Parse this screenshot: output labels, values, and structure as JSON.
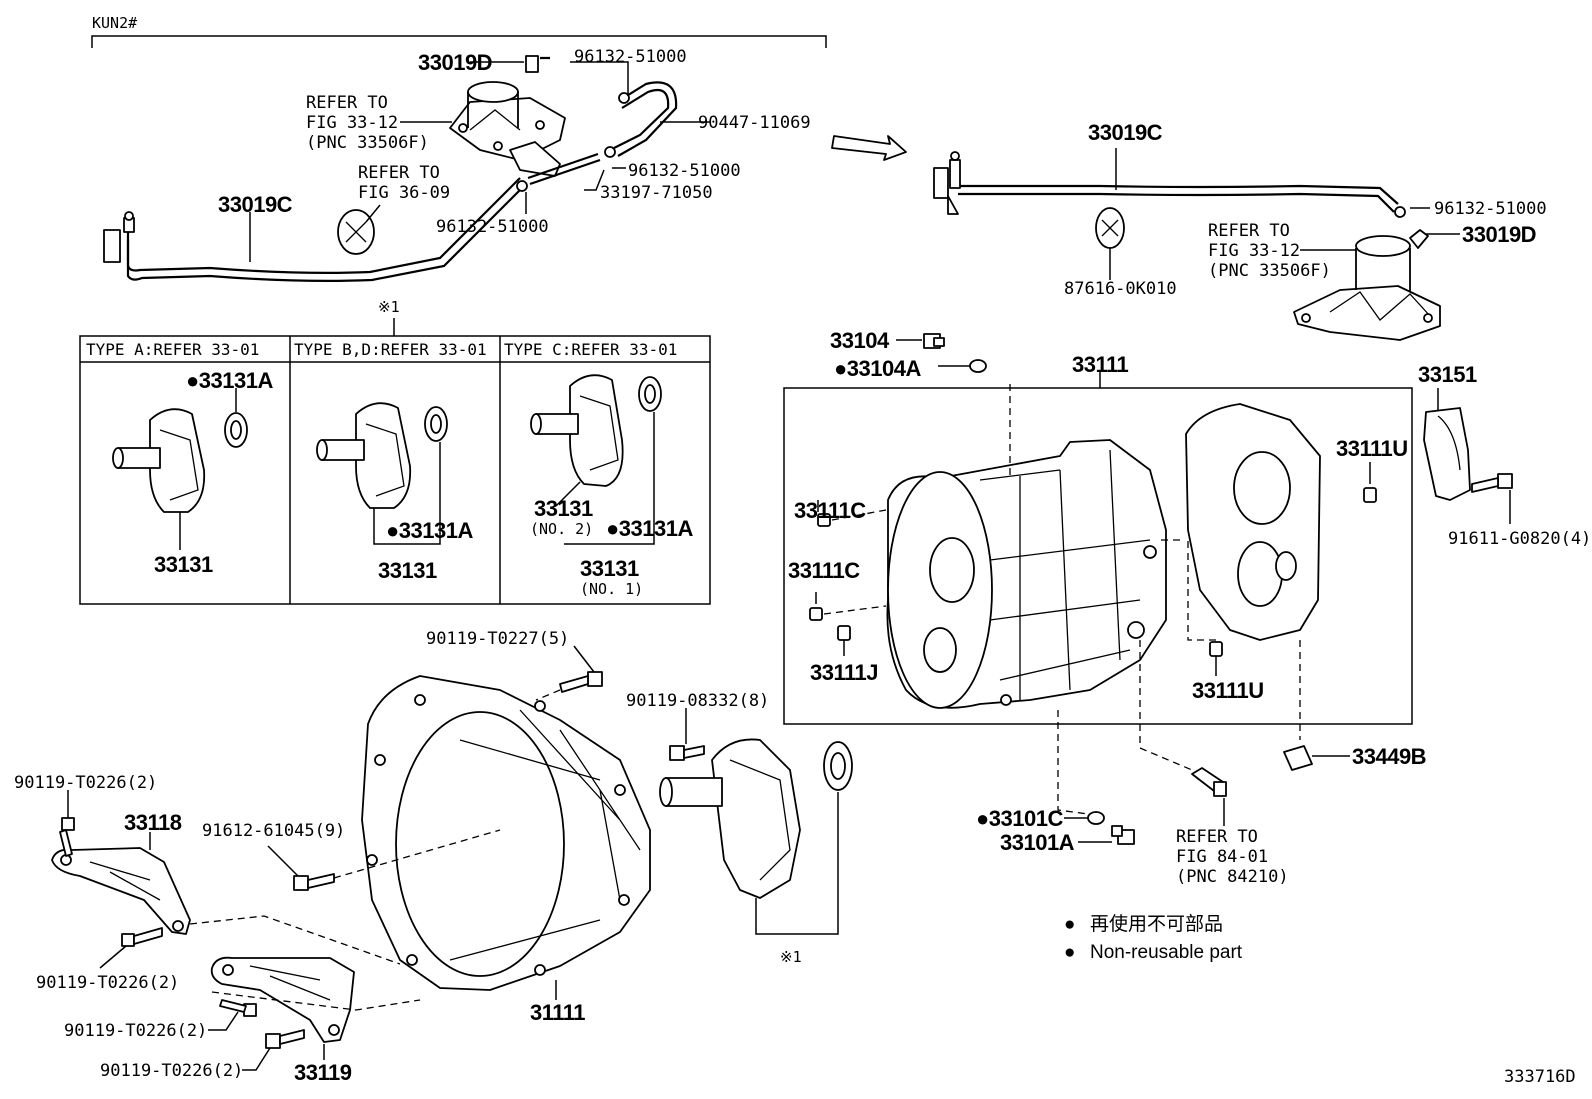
{
  "header": {
    "model": "KUN2#"
  },
  "illustration_id": "333716D",
  "legend": {
    "marker": "●",
    "japanese": "再使用不可部品",
    "english": "Non-reusable part"
  },
  "note_mark": {
    "top": "※1",
    "bottom": "※1"
  },
  "type_table": {
    "headers": [
      "TYPE  A:REFER 33-01",
      "TYPE B,D:REFER 33-01",
      "TYPE  C:REFER 33-01"
    ]
  },
  "labels": {
    "p33019D_top": "33019D",
    "p96132_a": "96132-51000",
    "refer_a_1": "REFER TO",
    "refer_a_2": "FIG 33-12",
    "refer_a_3": "(PNC 33506F)",
    "p90447": "90447-11069",
    "refer_b_1": "REFER TO",
    "refer_b_2": "FIG 36-09",
    "p96132_b": "96132-51000",
    "p33197": "33197-71050",
    "p33019C_left": "33019C",
    "p96132_c": "96132-51000",
    "p33019C_right": "33019C",
    "p96132_d": "96132-51000",
    "refer_c_1": "REFER TO",
    "refer_c_2": "FIG 33-12",
    "refer_c_3": "(PNC 33506F)",
    "p33019D_right": "33019D",
    "p87616": "87616-0K010",
    "p33104": "33104",
    "p33104A": "●33104A",
    "p33111_top": "33111",
    "p33151": "33151",
    "p33111U_top": "33111U",
    "p91611": "91611-G0820(4)",
    "p33111C_a": "33111C",
    "p33111C_b": "33111C",
    "p33111J": "33111J",
    "p33111U_bottom": "33111U",
    "p33449B": "33449B",
    "p33101C": "●33101C",
    "p33101A": "33101A",
    "refer_d_1": "REFER TO",
    "refer_d_2": "FIG 84-01",
    "refer_d_3": "(PNC 84210)",
    "tA_33131A": "●33131A",
    "tA_33131": "33131",
    "tB_33131A": "●33131A",
    "tB_33131": "33131",
    "tC_33131": "33131",
    "tC_no2": "(NO. 2)",
    "tC_33131A": "●33131A",
    "tC_33131_b": "33131",
    "tC_no1": "(NO. 1)",
    "p90119_T0227": "90119-T0227(5)",
    "p90119_08332": "90119-08332(8)",
    "p90119_T0226_a": "90119-T0226(2)",
    "p33118": "33118",
    "p91612": "91612-61045(9)",
    "p90119_T0226_b": "90119-T0226(2)",
    "p90119_T0226_c": "90119-T0226(2)",
    "p90119_T0226_d": "90119-T0226(2)",
    "p33119": "33119",
    "p31111": "31111"
  }
}
